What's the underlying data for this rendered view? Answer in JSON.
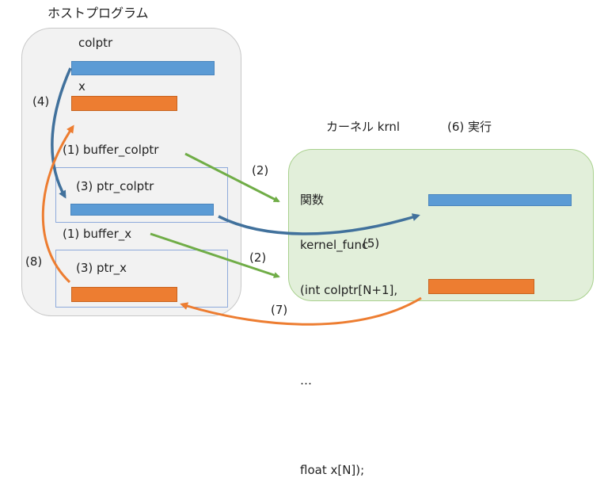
{
  "host": {
    "title": "ホストプログラム",
    "colptr_label": "colptr",
    "x_label": "x",
    "buffer_colptr_label": "(1) buffer_colptr",
    "ptr_colptr_label": "(3) ptr_colptr",
    "buffer_x_label": "(1) buffer_x",
    "ptr_x_label": "(3) ptr_x"
  },
  "kernel": {
    "title": "カーネル krnl",
    "exec_label": "(6) 実行",
    "code_lines": [
      "関数",
      "kernel_func",
      "(int colptr[N+1],",
      "",
      "…",
      "",
      "float x[N]);"
    ]
  },
  "steps": {
    "s2a": "(2)",
    "s2b": "(2)",
    "s4": "(4)",
    "s5": "(5)",
    "s7": "(7)",
    "s8": "(8)"
  },
  "colors": {
    "blue": "#5b9bd5",
    "blue_arrow": "#41719c",
    "orange": "#ed7d31",
    "green": "#70ad47",
    "host_bg": "#f2f2f2",
    "kernel_bg": "#e2efda"
  }
}
